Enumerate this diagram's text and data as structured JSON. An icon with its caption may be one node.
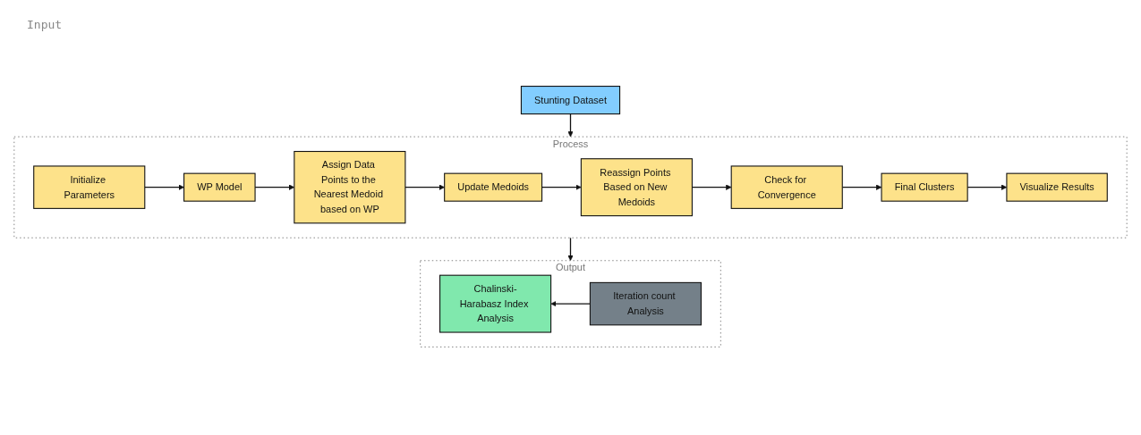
{
  "diagram": {
    "nodes": [
      {
        "text": [
          "Stunting Dataset"
        ]
      },
      {
        "text": [
          "Process"
        ]
      },
      {
        "text": [
          "Initialize Parameters"
        ],
        "in": 1
      },
      {
        "text": [
          "WP Model"
        ],
        "in": 1
      },
      {
        "text": [
          "Assign Data Points to the Nearest Medoid based on WP"
        ],
        "in": 1
      },
      {
        "text": [
          "Update Medoids"
        ],
        "in": 1
      },
      {
        "text": [
          "Reassign Points Based on New Medoids"
        ],
        "in": 1
      },
      {
        "text": [
          "Check for Convergence"
        ],
        "in": 1
      },
      {
        "text": [
          "Final Clusters"
        ],
        "in": 1
      },
      {
        "text": [
          "Visualize Results"
        ],
        "in": 1
      },
      {
        "text": [
          "Output"
        ]
      },
      {
        "text": [
          "Chalinski-Harabasz Index Analysis"
        ],
        "in": 10
      },
      {
        "text": [
          "Iteration count Analysis"
        ],
        "in": 10
      }
    ],
    "edges": [
      {
        "from": 0,
        "to": 1,
        "arrow": "to"
      },
      {
        "from": 2,
        "to": 3,
        "arrow": "to"
      },
      {
        "from": 3,
        "to": 4,
        "arrow": "to"
      },
      {
        "from": 4,
        "to": 5,
        "arrow": "to"
      },
      {
        "from": 5,
        "to": 6,
        "arrow": "to"
      },
      {
        "from": 6,
        "to": 7,
        "arrow": "to"
      },
      {
        "from": 7,
        "to": 8,
        "arrow": "to"
      },
      {
        "from": 8,
        "to": 9,
        "arrow": "to"
      },
      {
        "from": 1,
        "to": 10,
        "arrow": "to"
      },
      {
        "from": 12,
        "to": 11,
        "arrow": "to"
      }
    ],
    "labels": [
      "Input"
    ]
  }
}
